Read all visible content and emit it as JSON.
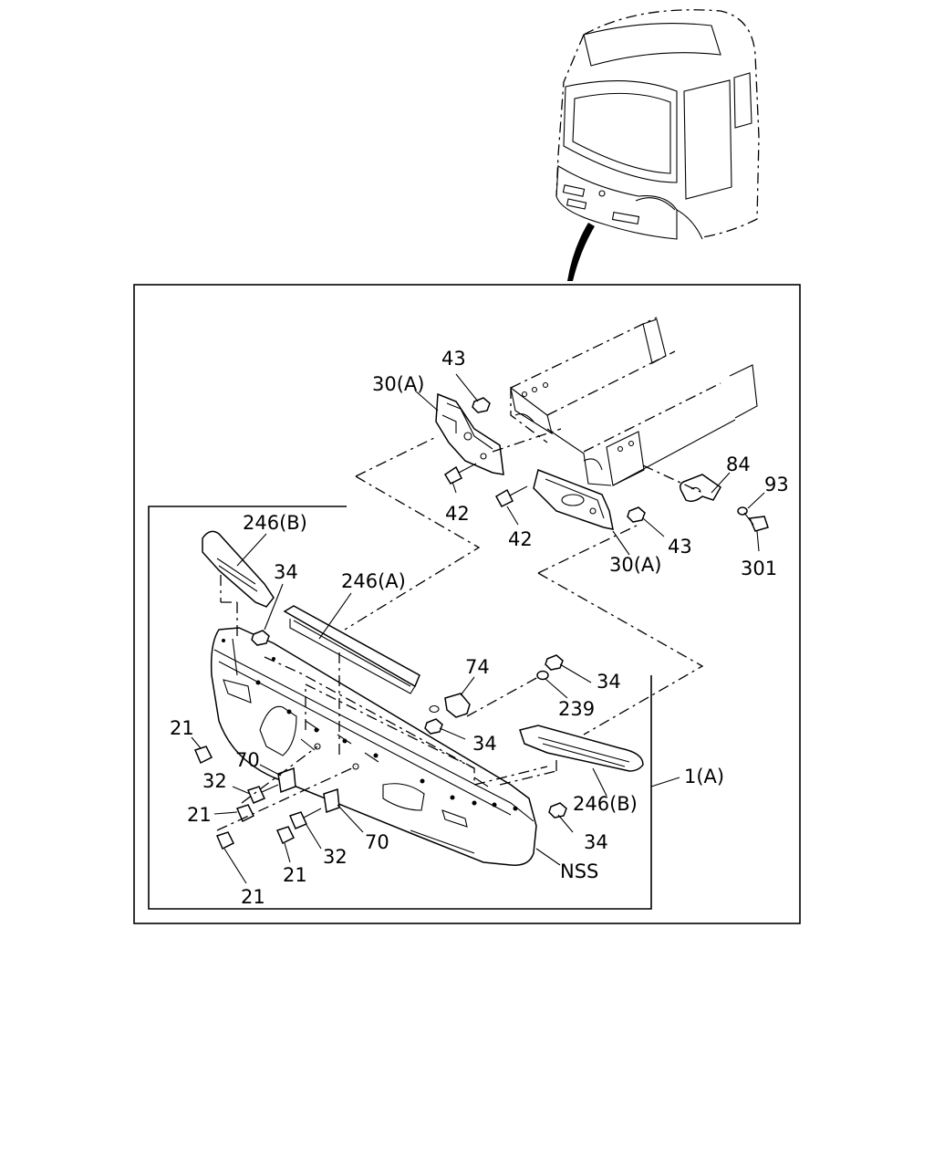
{
  "callouts": {
    "c43_top": "43",
    "c30a_top": "30(A)",
    "c42_left": "42",
    "c42_mid": "42",
    "c43_right": "43",
    "c30a_bottom": "30(A)",
    "c84": "84",
    "c93": "93",
    "c301": "301",
    "c246b_left": "246(B)",
    "c34_left": "34",
    "c246a": "246(A)",
    "c74": "74",
    "c34_top_right": "34",
    "c239": "239",
    "c34_mid": "34",
    "c21_top": "21",
    "c70_left": "70",
    "c32_left": "32",
    "c21_mid": "21",
    "c1a": "1(A)",
    "c246b_right": "246(B)",
    "c34_bottom": "34",
    "c70_right": "70",
    "c32_right": "32",
    "c21_low": "21",
    "c21_bottom": "21",
    "cnss": "NSS"
  }
}
